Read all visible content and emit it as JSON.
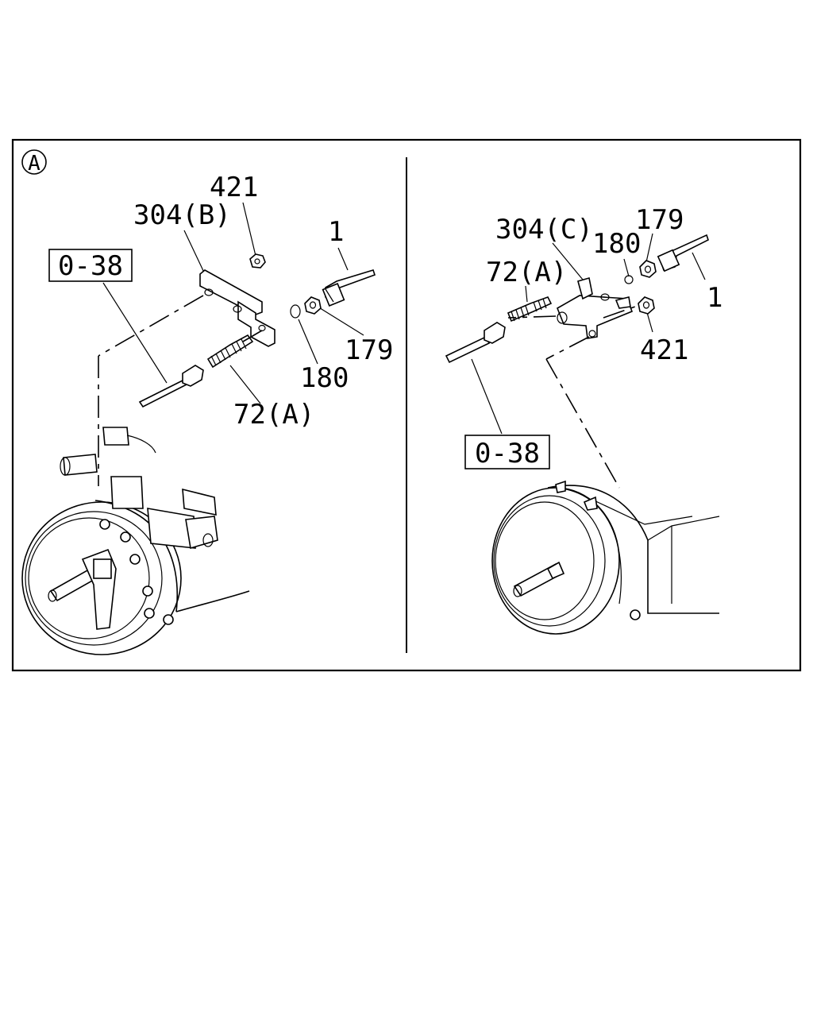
{
  "figure": {
    "section_marker": "A",
    "left_panel": {
      "callouts": {
        "nut_top": "421",
        "bracket": "304(B)",
        "hose": "1",
        "ref_box": "0-38",
        "nut_right": "179",
        "washer": "180",
        "fitting": "72(A)"
      }
    },
    "right_panel": {
      "callouts": {
        "bracket": "304(C)",
        "nut_top": "179",
        "washer": "180",
        "fitting": "72(A)",
        "hose": "1",
        "nut_bottom": "421",
        "ref_box": "0-38"
      }
    }
  }
}
